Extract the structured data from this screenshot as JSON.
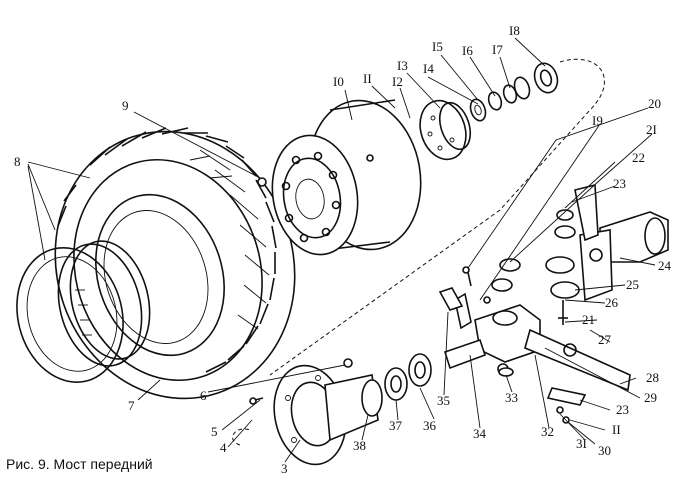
{
  "caption": "Рис. 9. Мост передний",
  "callouts": {
    "c3": "3",
    "c4": "4",
    "c5": "5",
    "c6": "6",
    "c7": "7",
    "c8": "8",
    "c9": "9",
    "c10": "I0",
    "c11a": "II",
    "c12": "I2",
    "c13": "I3",
    "c14": "I4",
    "c15": "I5",
    "c16": "I6",
    "c17": "I7",
    "c18": "I8",
    "c19": "I9",
    "c20": "20",
    "c21a": "2I",
    "c22": "22",
    "c23a": "23",
    "c24": "24",
    "c25": "25",
    "c26": "26",
    "c21b": "21",
    "c27": "27",
    "c28": "28",
    "c29": "29",
    "c23b": "23",
    "c11b": "II",
    "c30": "30",
    "c31": "3I",
    "c32": "32",
    "c33": "33",
    "c34": "34",
    "c35": "35",
    "c36": "36",
    "c37": "37",
    "c38": "38"
  }
}
